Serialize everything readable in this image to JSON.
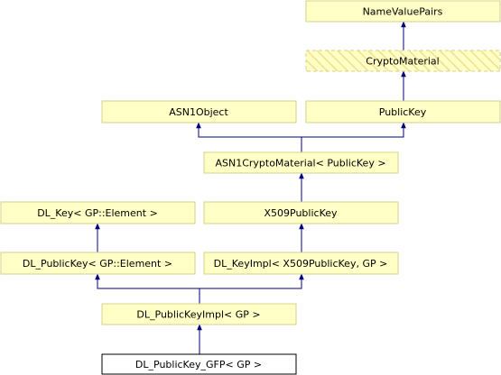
{
  "diagram": {
    "nodes": {
      "name_value_pairs": {
        "label": "NameValuePairs"
      },
      "crypto_material": {
        "label": "CryptoMaterial"
      },
      "asn1_object": {
        "label": "ASN1Object"
      },
      "public_key": {
        "label": "PublicKey"
      },
      "asn1_crypto_material": {
        "label": "ASN1CryptoMaterial< PublicKey >"
      },
      "dl_key": {
        "label": "DL_Key< GP::Element >"
      },
      "x509_public_key": {
        "label": "X509PublicKey"
      },
      "dl_public_key": {
        "label": "DL_PublicKey< GP::Element >"
      },
      "dl_key_impl": {
        "label": "DL_KeyImpl< X509PublicKey, GP >"
      },
      "dl_public_key_impl": {
        "label": "DL_PublicKeyImpl< GP >"
      },
      "dl_public_key_gfp": {
        "label": "DL_PublicKey_GFP< GP >"
      }
    },
    "colors": {
      "node_fill": "#ffffc6",
      "node_border": "#d4d18c",
      "focus_fill": "#ffffff",
      "focus_border": "#000000",
      "edge": "#000080"
    }
  }
}
